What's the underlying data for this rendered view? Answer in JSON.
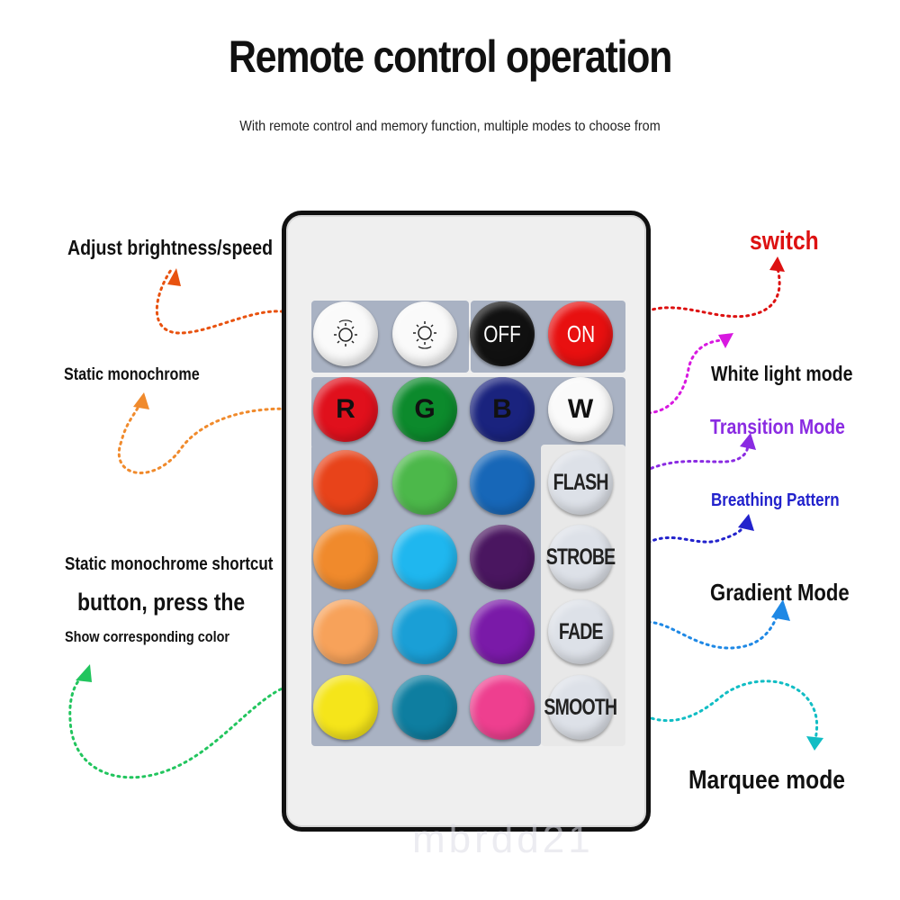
{
  "title": "Remote control operation",
  "subtitle": "With remote control and memory function, multiple modes to choose from",
  "labels": {
    "brightness": "Adjust brightness/speed",
    "switch": "switch",
    "static_mono": "Static monochrome",
    "white_light": "White light mode",
    "transition": "Transition Mode",
    "breathing": "Breathing Pattern",
    "shortcut_line1": "Static monochrome shortcut",
    "shortcut_line2": "button, press the",
    "shortcut_line3": "Show corresponding color",
    "gradient": "Gradient Mode",
    "marquee": "Marquee mode"
  },
  "buttons": {
    "off": "OFF",
    "on": "ON",
    "r": "R",
    "g": "G",
    "b": "B",
    "w": "W",
    "flash": "FLASH",
    "strobe": "STROBE",
    "fade": "FADE",
    "smooth": "SMOOTH"
  },
  "color_buttons": [
    "#e8431a",
    "#4cb84a",
    "#1767b8",
    "#f08a2c",
    "#1fb7ef",
    "#4a1660",
    "#f7a25a",
    "#1a9fd6",
    "#7a1aa8",
    "#f5e51a",
    "#0e7ea0",
    "#ee3f8f"
  ],
  "colors": {
    "brightness": "#e8520f",
    "switch": "#dd1111",
    "static_mono": "#f08a2c",
    "white_light": "#d818e0",
    "transition": "#8a2be2",
    "breathing": "#2222cc",
    "gradient": "#1e88e5",
    "marquee": "#11bdc4",
    "shortcut": "#22c55e"
  },
  "watermark": "mbrdd21"
}
